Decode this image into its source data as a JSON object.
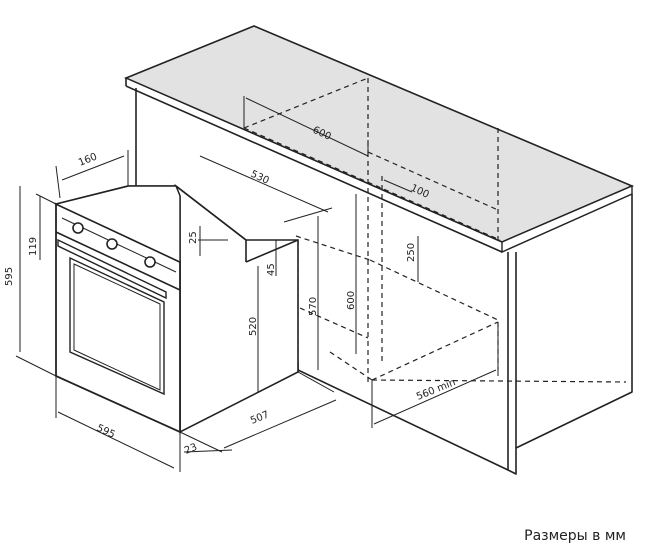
{
  "dimensions": {
    "countertop_depth": "600",
    "oven_depth_total": "530",
    "panel_depth": "160",
    "rear_gap": "100",
    "oven_height": "595",
    "panel_height": "119",
    "top_offset": "25",
    "cutout_offset": "45",
    "body_height": "520",
    "niche_height_570": "570",
    "niche_height_600": "600",
    "vent_height": "250",
    "oven_width": "595",
    "body_depth": "507",
    "door_thickness": "23",
    "niche_width": "560 min"
  },
  "caption": "Размеры в мм",
  "colors": {
    "countertop": "#e2e2e2",
    "line": "#222222"
  }
}
